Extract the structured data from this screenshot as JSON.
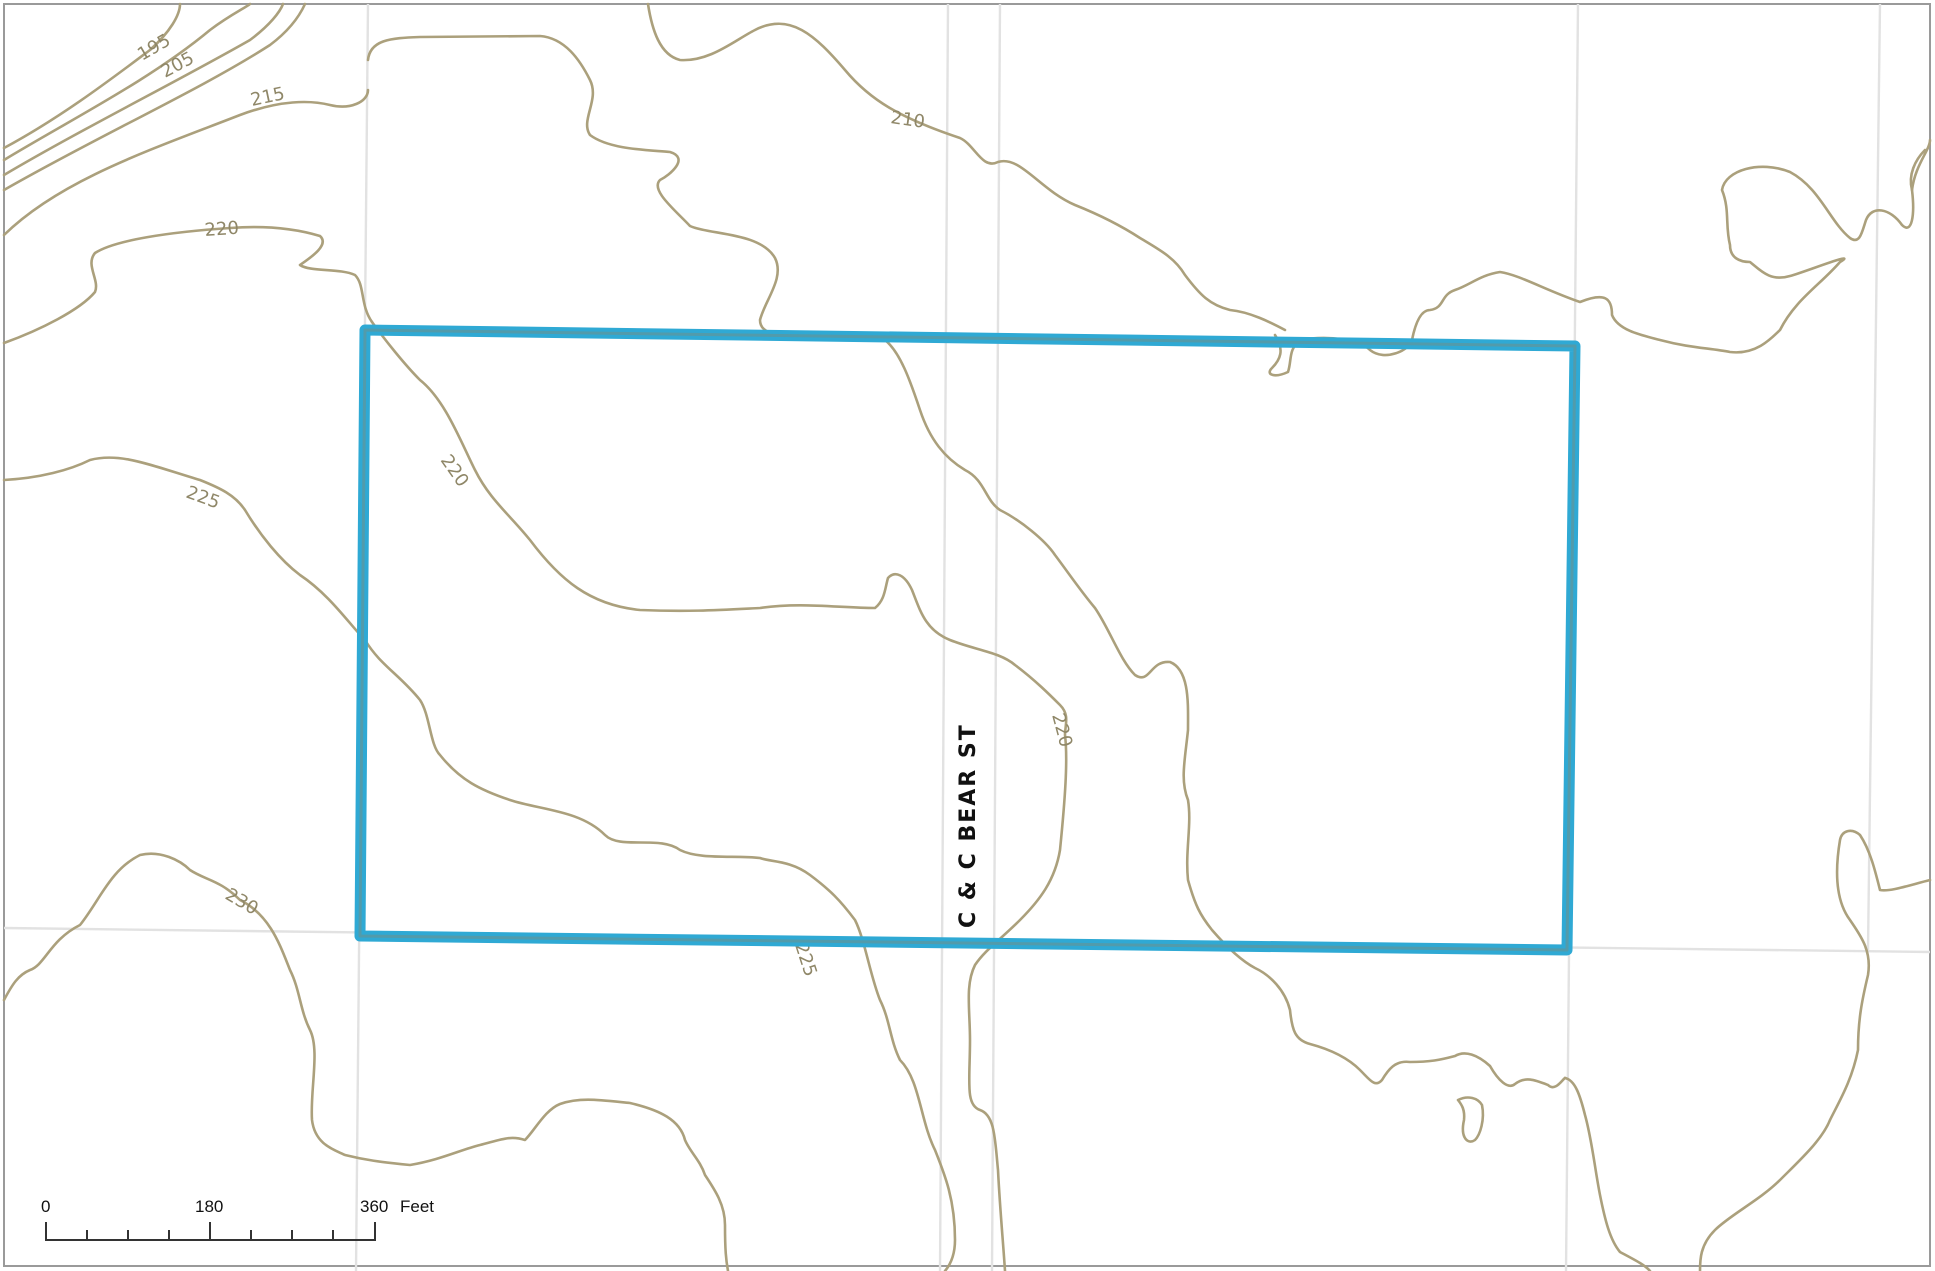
{
  "map": {
    "road_label": "C & C BEAR ST",
    "colors": {
      "background": "#ffffff",
      "contour": "#ABA07C",
      "contour_label": "#8F8768",
      "parcel_line": "#E2E2E2",
      "subject_outline": "#2FA9D4",
      "frame": "#9a9a9a"
    },
    "contour_labels": [
      "195",
      "205",
      "210",
      "215",
      "220",
      "220",
      "220",
      "225",
      "225",
      "230"
    ],
    "scale_bar": {
      "tick_values": [
        "0",
        "180",
        "360"
      ],
      "unit": "Feet"
    }
  }
}
